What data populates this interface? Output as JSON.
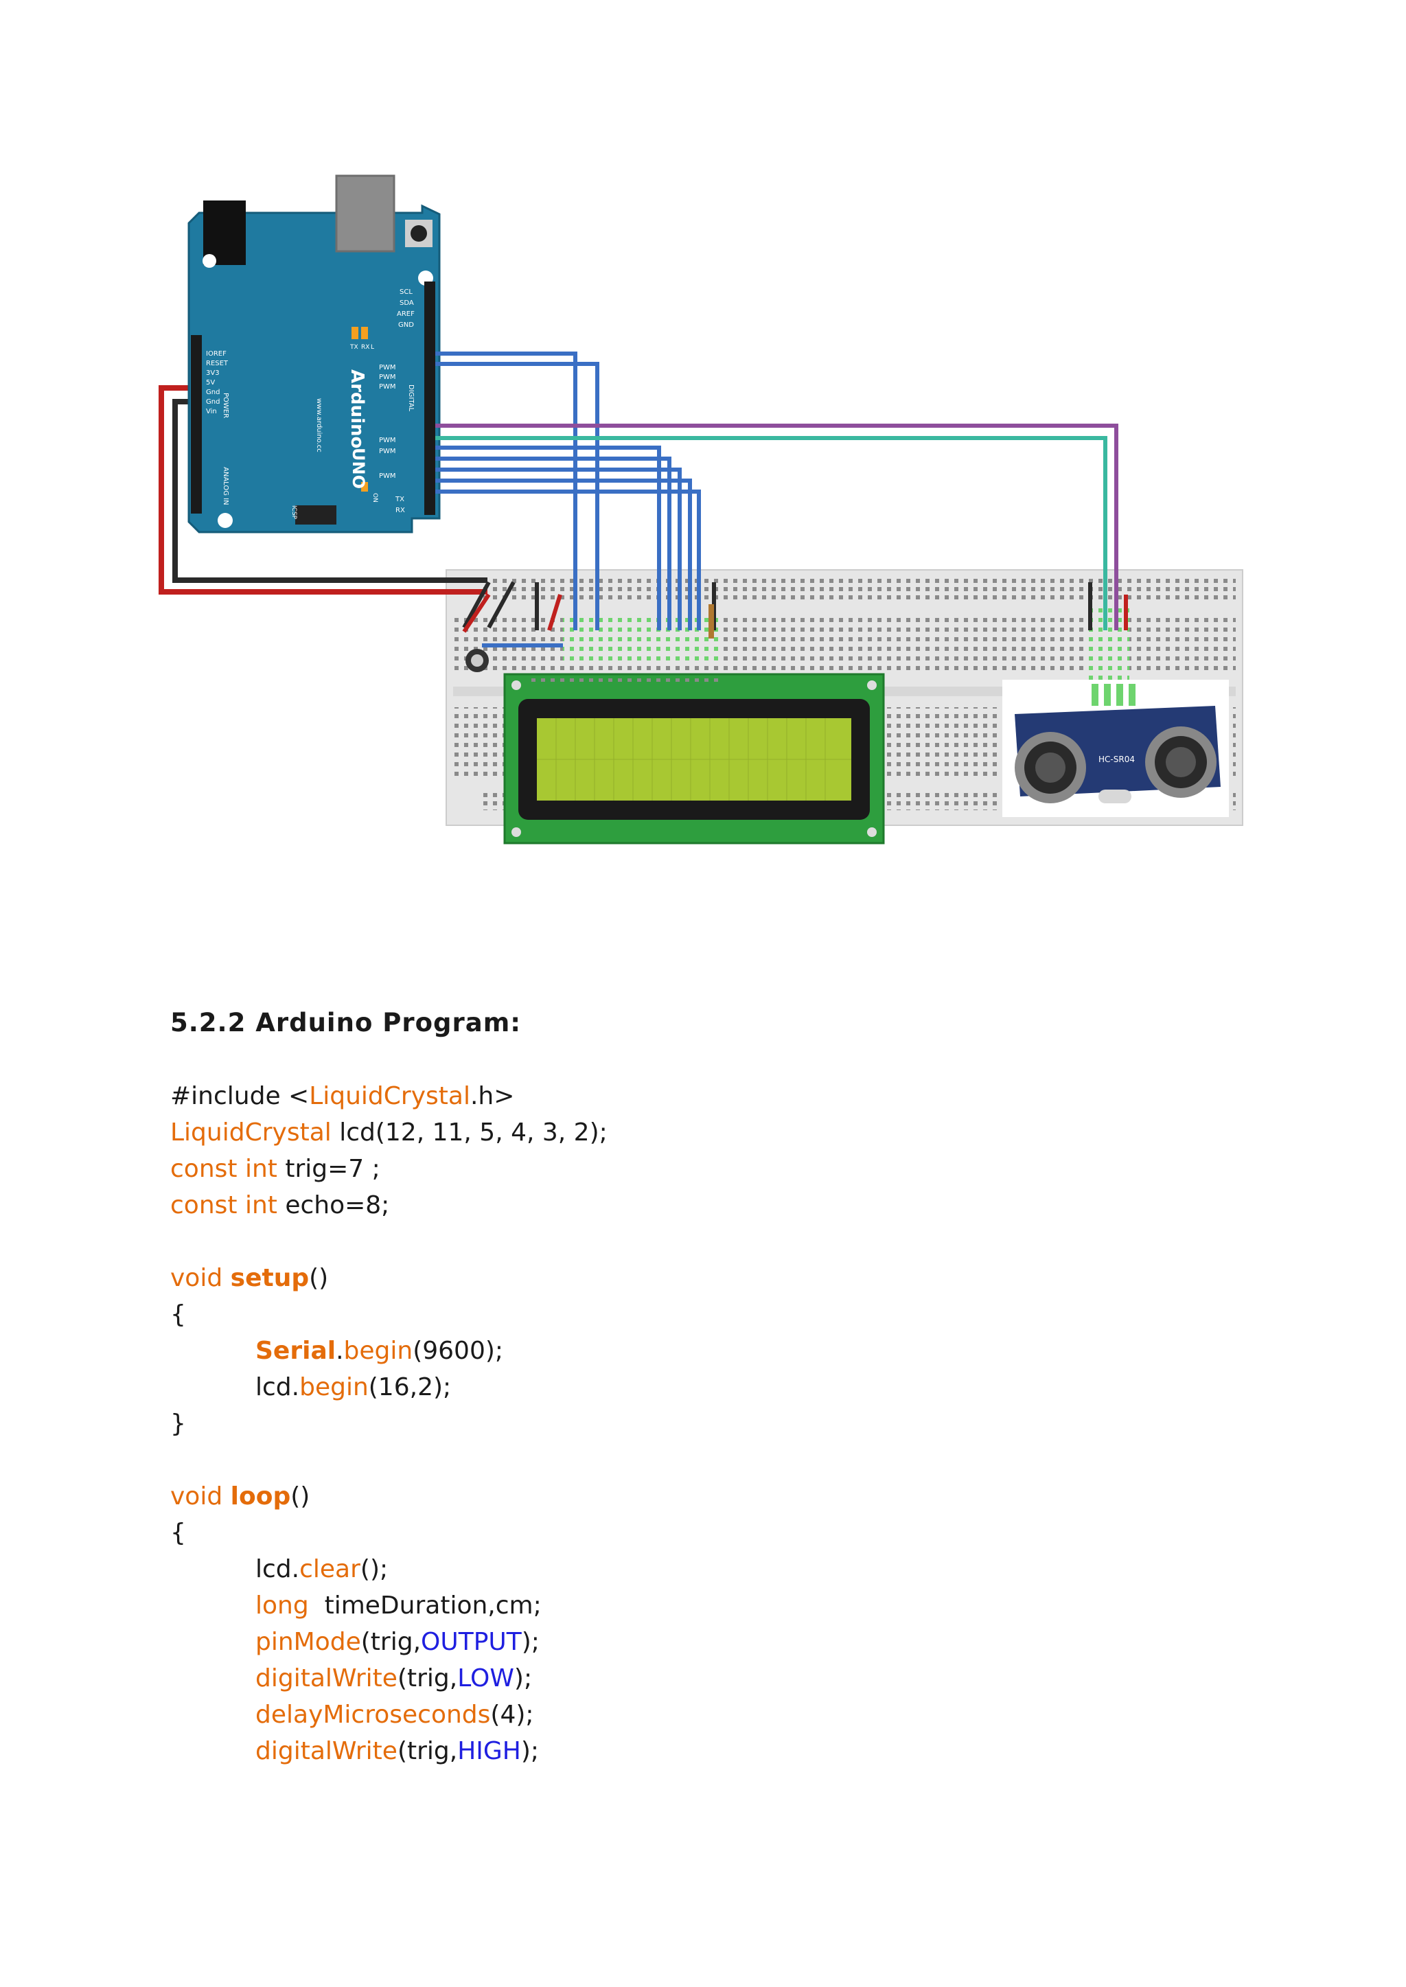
{
  "diagram": {
    "board_label": "Arduino",
    "board_model": "UNO",
    "site": "www.arduino.cc",
    "power_header": [
      "IOREF",
      "RESET",
      "3V3",
      "5V",
      "Gnd",
      "Gnd",
      "Vin"
    ],
    "top_header": [
      "SCL",
      "SDA",
      "AREF",
      "GND"
    ],
    "pwm_label": "PWM",
    "section_power": "POWER",
    "section_analog": "ANALOG IN",
    "section_digital": "DIGITAL",
    "led_tx": "TX",
    "led_rx": "RX",
    "led_l": "L",
    "led_on": "ON",
    "icsp": "ICSP",
    "sensor_model": "HC-SR04"
  },
  "section": {
    "title": "5.2.2 Arduino Program:"
  },
  "code": {
    "l1": [
      "#include <",
      "LiquidCrystal",
      ".h>"
    ],
    "l2": [
      "LiquidCrystal",
      " lcd(12, 11, 5, 4, 3, 2);"
    ],
    "l3": [
      "const int",
      " trig=7 ;"
    ],
    "l4": [
      "const int",
      " echo=8;"
    ],
    "l5": [
      "void ",
      "setup",
      "()"
    ],
    "open_brace": "{",
    "close_brace": "}",
    "l6": [
      "Serial",
      ".",
      "begin",
      "(9600);"
    ],
    "l7": [
      "lcd.",
      "begin",
      "(16,2);"
    ],
    "l8": [
      "void ",
      "loop",
      "()"
    ],
    "l9": [
      "lcd.",
      "clear",
      "();"
    ],
    "l10": [
      "long",
      "  timeDuration,cm;"
    ],
    "l11": [
      "pinMode",
      "(trig,",
      "OUTPUT",
      ");"
    ],
    "l12": [
      "digitalWrite",
      "(trig,",
      "LOW",
      ");"
    ],
    "l13": [
      "delayMicroseconds",
      "(4);"
    ],
    "l14": [
      "digitalWrite",
      "(trig,",
      "HIGH",
      ");"
    ]
  },
  "colors": {
    "keyword": "#e46c0a",
    "constant": "#1f1fe0",
    "text": "#1a1a1a",
    "board": "#1f7aa0",
    "lcd_screen": "#a8c832"
  }
}
